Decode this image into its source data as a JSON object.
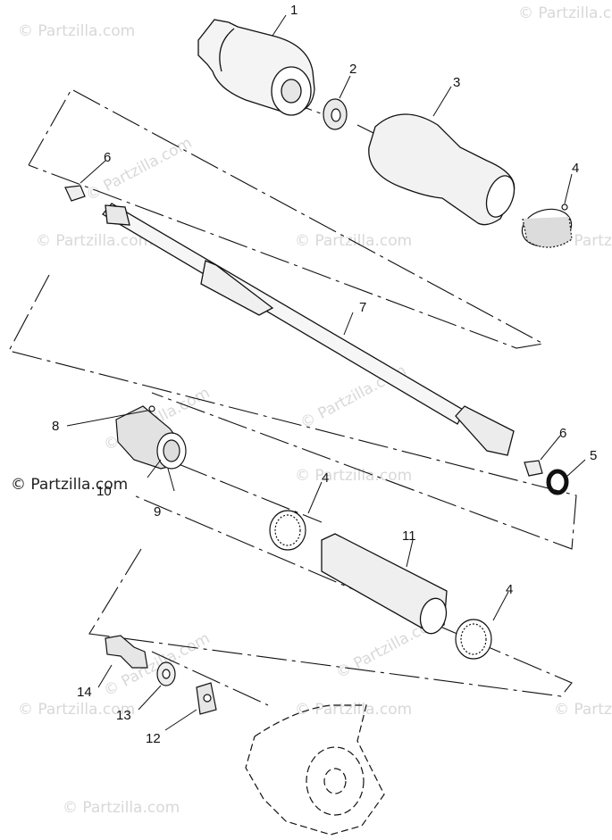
{
  "diagram": {
    "callouts": [
      "1",
      "2",
      "3",
      "4",
      "5",
      "6",
      "7",
      "8",
      "9",
      "10",
      "11",
      "12",
      "13",
      "14"
    ],
    "watermark": "© Partzilla.com"
  }
}
